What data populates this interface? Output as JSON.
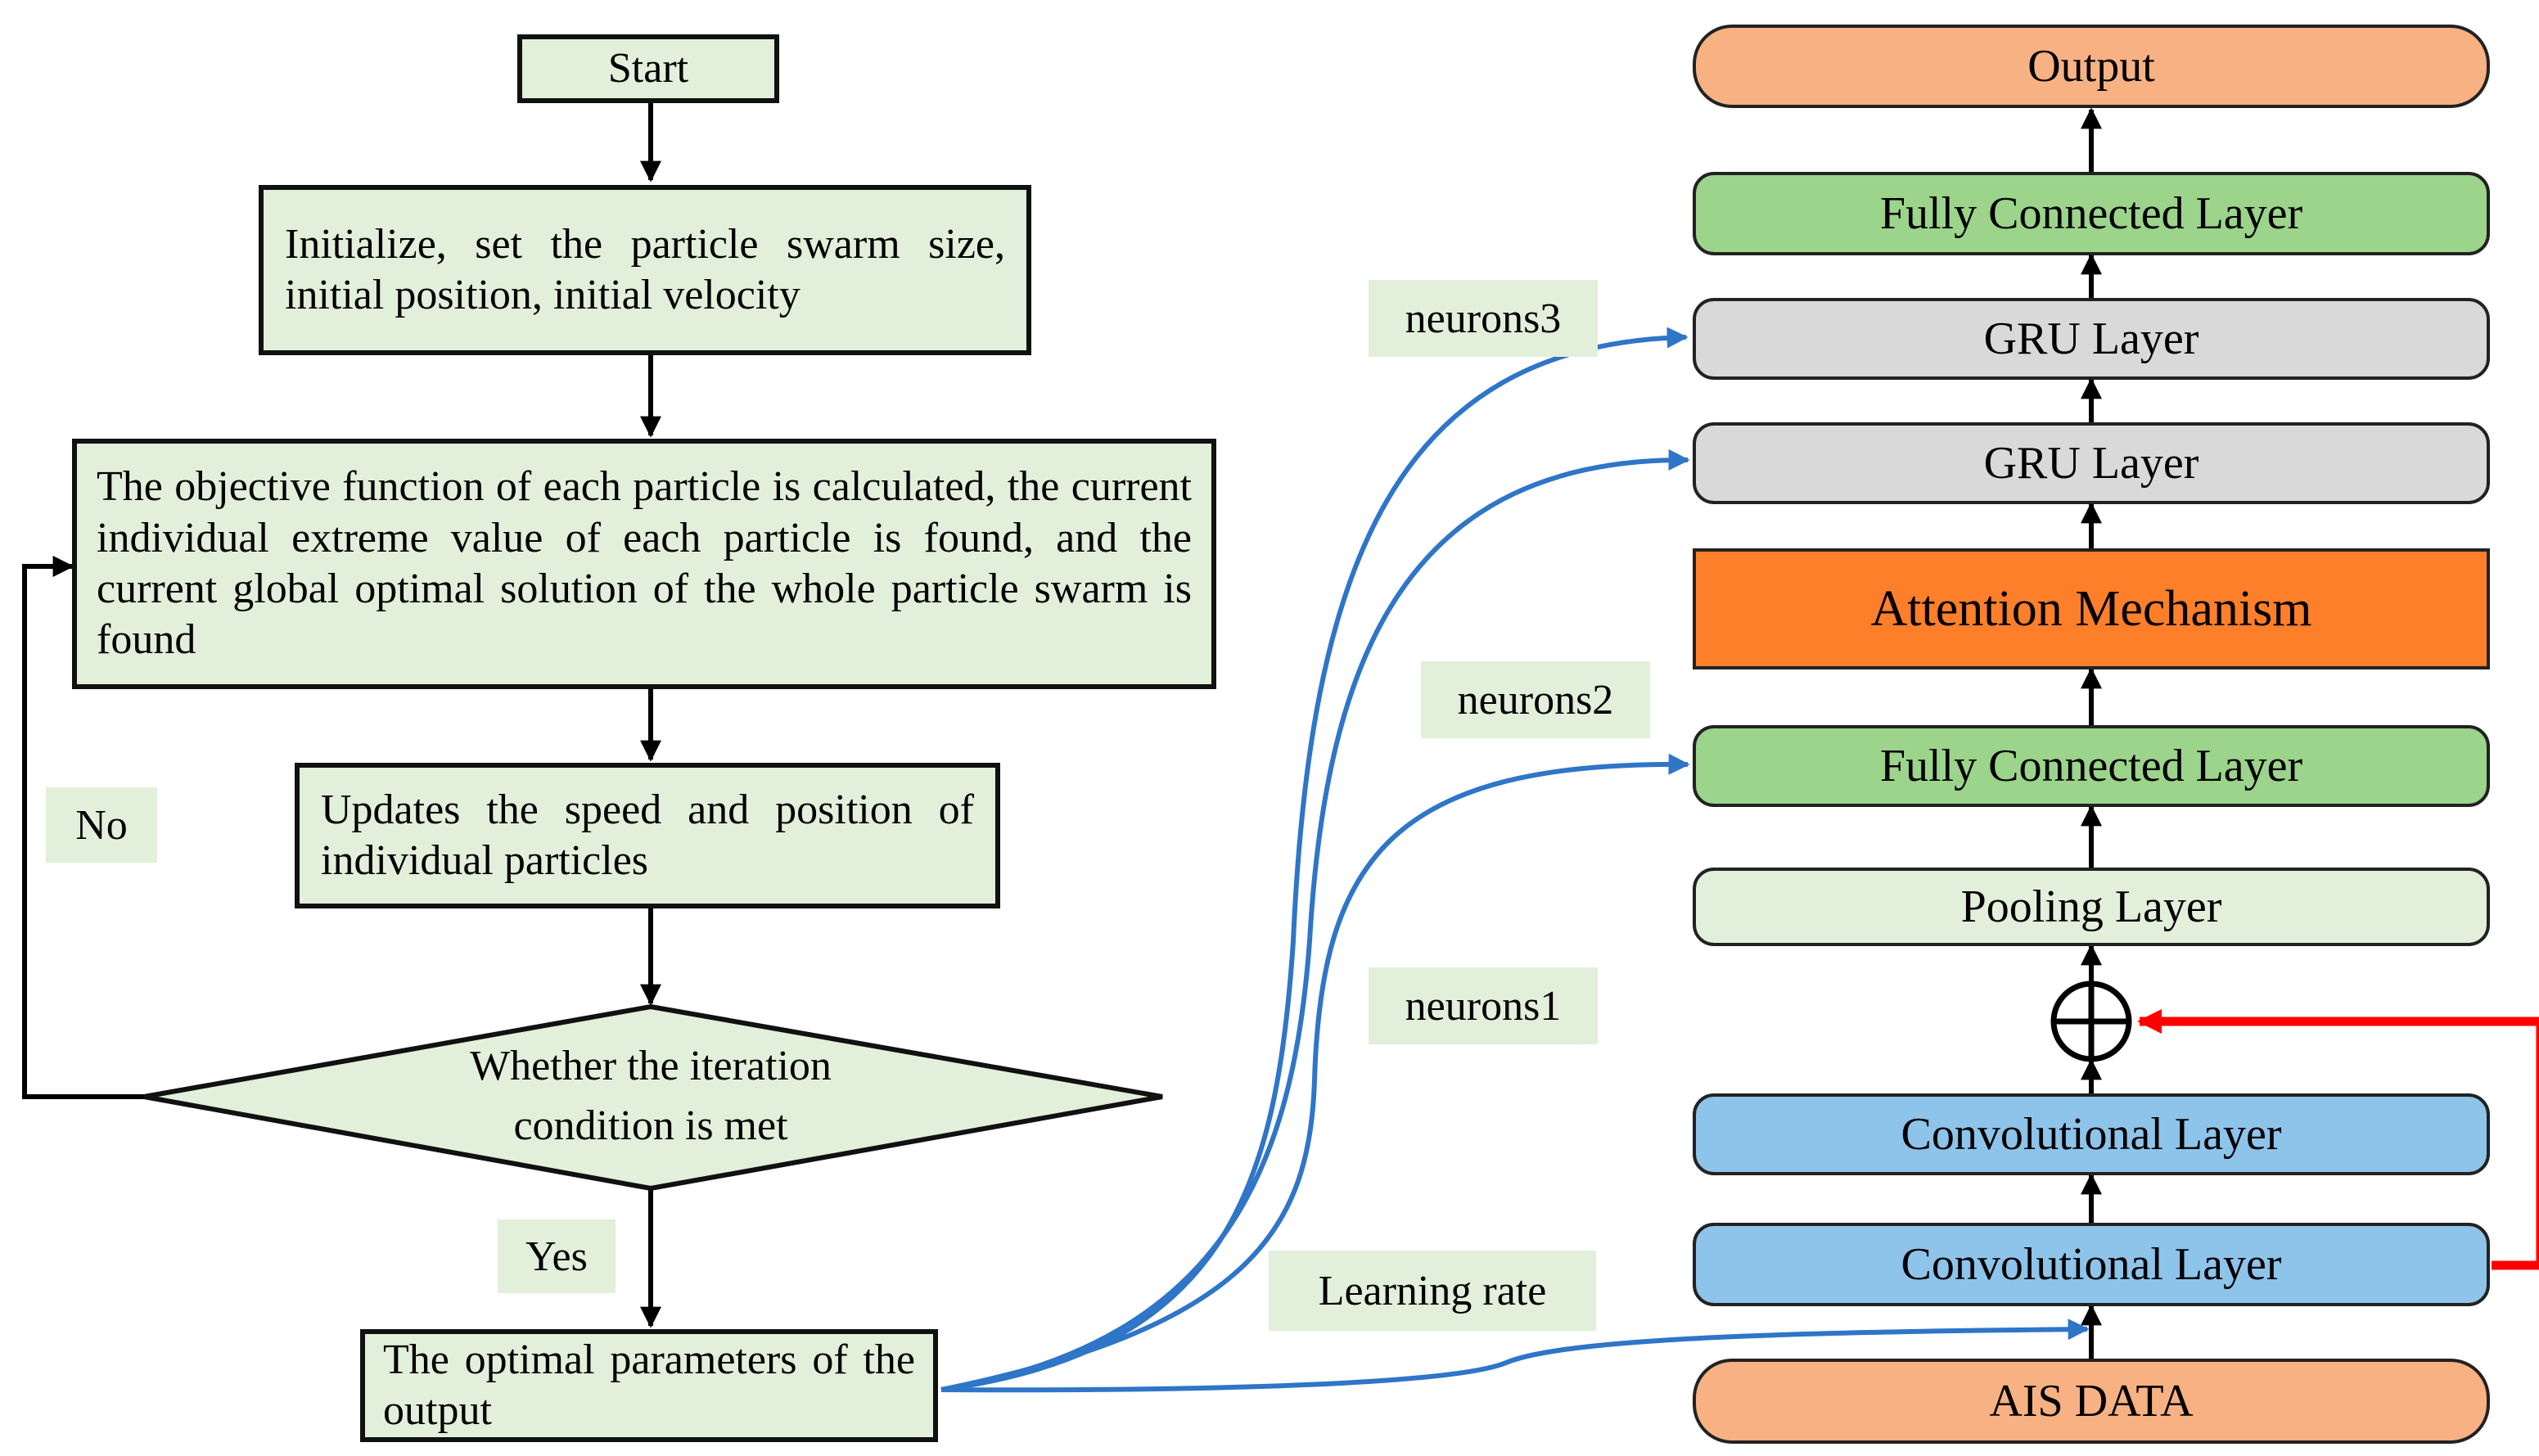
{
  "flowchart": {
    "start": "Start",
    "initialize": "Initialize, set the particle swarm size, initial position, initial velocity",
    "objective": "The objective function of each particle is calculated, the current individual extreme value of each particle is found, and the current global optimal solution of the whole particle swarm is found",
    "update": "Updates the speed and position of individual particles",
    "decision_line1": "Whether the iteration",
    "decision_line2": "condition is met",
    "output": "The optimal parameters of the output",
    "no_label": "No",
    "yes_label": "Yes"
  },
  "parameters": {
    "neurons3": "neurons3",
    "neurons2": "neurons2",
    "neurons1": "neurons1",
    "learning_rate": "Learning rate"
  },
  "network": {
    "output": "Output",
    "fc_top": "Fully Connected Layer",
    "gru_top": "GRU Layer",
    "gru_bottom": "GRU Layer",
    "attention": "Attention Mechanism",
    "fc_bottom": "Fully Connected Layer",
    "pooling": "Pooling Layer",
    "add_symbol": "+",
    "conv_top": "Convolutional Layer",
    "conv_bottom": "Convolutional Layer",
    "input": "AIS DATA"
  },
  "colors": {
    "flow_fill": "#e2efda",
    "output_input_fill": "#f8b183",
    "fc_fill": "#9bd48a",
    "gru_fill": "#d9d9d9",
    "attention_fill": "#fe7f2a",
    "pooling_fill": "#e2efda",
    "conv_fill": "#8ec3ea",
    "param_arrow": "#2f75c8",
    "residual_arrow": "#ff0000"
  }
}
